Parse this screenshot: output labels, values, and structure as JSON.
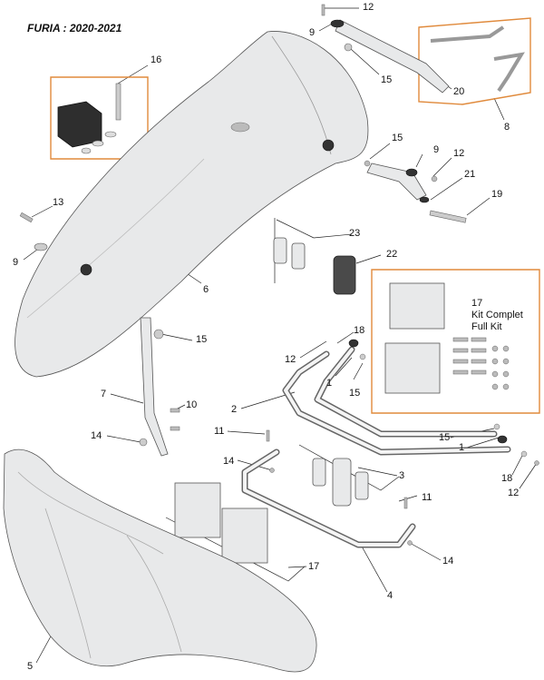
{
  "title": "FURIA : 2020-2021",
  "callouts": [
    {
      "id": "c12a",
      "label": "12"
    },
    {
      "id": "c9a",
      "label": "9"
    },
    {
      "id": "c15a",
      "label": "15"
    },
    {
      "id": "c20",
      "label": "20"
    },
    {
      "id": "c8",
      "label": "8"
    },
    {
      "id": "c16",
      "label": "16"
    },
    {
      "id": "c15b",
      "label": "15"
    },
    {
      "id": "c9b",
      "label": "9"
    },
    {
      "id": "c12b",
      "label": "12"
    },
    {
      "id": "c21",
      "label": "21"
    },
    {
      "id": "c19",
      "label": "19"
    },
    {
      "id": "c13",
      "label": "13"
    },
    {
      "id": "c9c",
      "label": "9"
    },
    {
      "id": "c6",
      "label": "6"
    },
    {
      "id": "c23",
      "label": "23"
    },
    {
      "id": "c22",
      "label": "22"
    },
    {
      "id": "c17a",
      "label": "17"
    },
    {
      "id": "c15c",
      "label": "15"
    },
    {
      "id": "c18a",
      "label": "18"
    },
    {
      "id": "c12c",
      "label": "12"
    },
    {
      "id": "c1a",
      "label": "1"
    },
    {
      "id": "c15d",
      "label": "15"
    },
    {
      "id": "c7",
      "label": "7"
    },
    {
      "id": "c2",
      "label": "2"
    },
    {
      "id": "c10",
      "label": "10"
    },
    {
      "id": "c11a",
      "label": "11"
    },
    {
      "id": "c14a",
      "label": "14"
    },
    {
      "id": "c15e",
      "label": "15"
    },
    {
      "id": "c1b",
      "label": "1"
    },
    {
      "id": "c14b",
      "label": "14"
    },
    {
      "id": "c3",
      "label": "3"
    },
    {
      "id": "c18b",
      "label": "18"
    },
    {
      "id": "c12d",
      "label": "12"
    },
    {
      "id": "c11b",
      "label": "11"
    },
    {
      "id": "c14c",
      "label": "14"
    },
    {
      "id": "c17b",
      "label": "17"
    },
    {
      "id": "c4",
      "label": "4"
    },
    {
      "id": "c5",
      "label": "5"
    }
  ],
  "kit_note": {
    "number": "17",
    "line1": "Kit Complet",
    "line2": "Full Kit"
  },
  "colors": {
    "accent_box": "#e08a3c",
    "part_fill": "#e8e9ea",
    "outline": "#555555"
  }
}
